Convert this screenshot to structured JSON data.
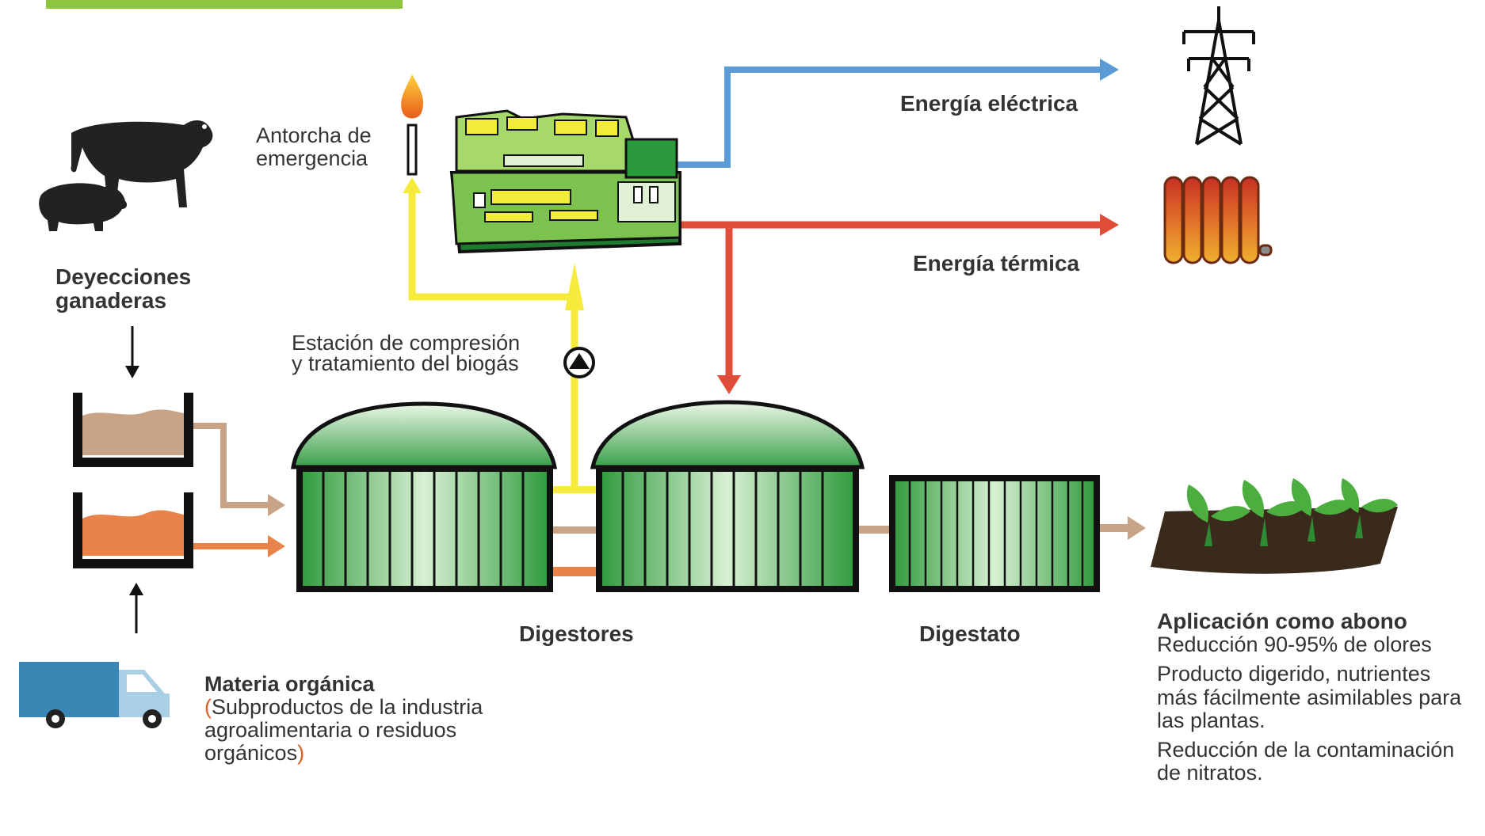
{
  "labels": {
    "antorcha": [
      "Antorcha de",
      "emergencia"
    ],
    "deyecciones": [
      "Deyecciones",
      "ganaderas"
    ],
    "estacion": [
      "Estación de compresión",
      "y tratamiento del biogás"
    ],
    "energia_electrica": "Energía eléctrica",
    "energia_termica": "Energía térmica",
    "digestores": "Digestores",
    "digestato": "Digestato",
    "materia_title": "Materia orgánica",
    "materia_body": [
      "Subproductos de la industria",
      "agroalimentaria o residuos",
      "orgánicos"
    ],
    "aplicacion_title": "Aplicación como abono",
    "aplicacion_points": [
      [
        "Reducción 90-95% de olores"
      ],
      [
        "Producto digerido, nutrientes",
        "más fácilmente asimilables para",
        "las plantas."
      ],
      [
        "Reducción de la contaminación",
        "de nitratos."
      ]
    ]
  },
  "icons": [
    "cow-icon",
    "pig-icon",
    "truck-icon",
    "torch-icon",
    "generator-icon",
    "pylon-icon",
    "radiator-icon",
    "plants-icon",
    "pump-icon"
  ],
  "colors": {
    "title_bar": "#8cc63f",
    "electric_arrow": "#5b9bd5",
    "thermal_arrow": "#e04e39",
    "biogas_arrow": "#f6eb3d",
    "manure_flow": "#c9a385",
    "organic_flow": "#e8844a",
    "tank_green": "#4caf50"
  }
}
